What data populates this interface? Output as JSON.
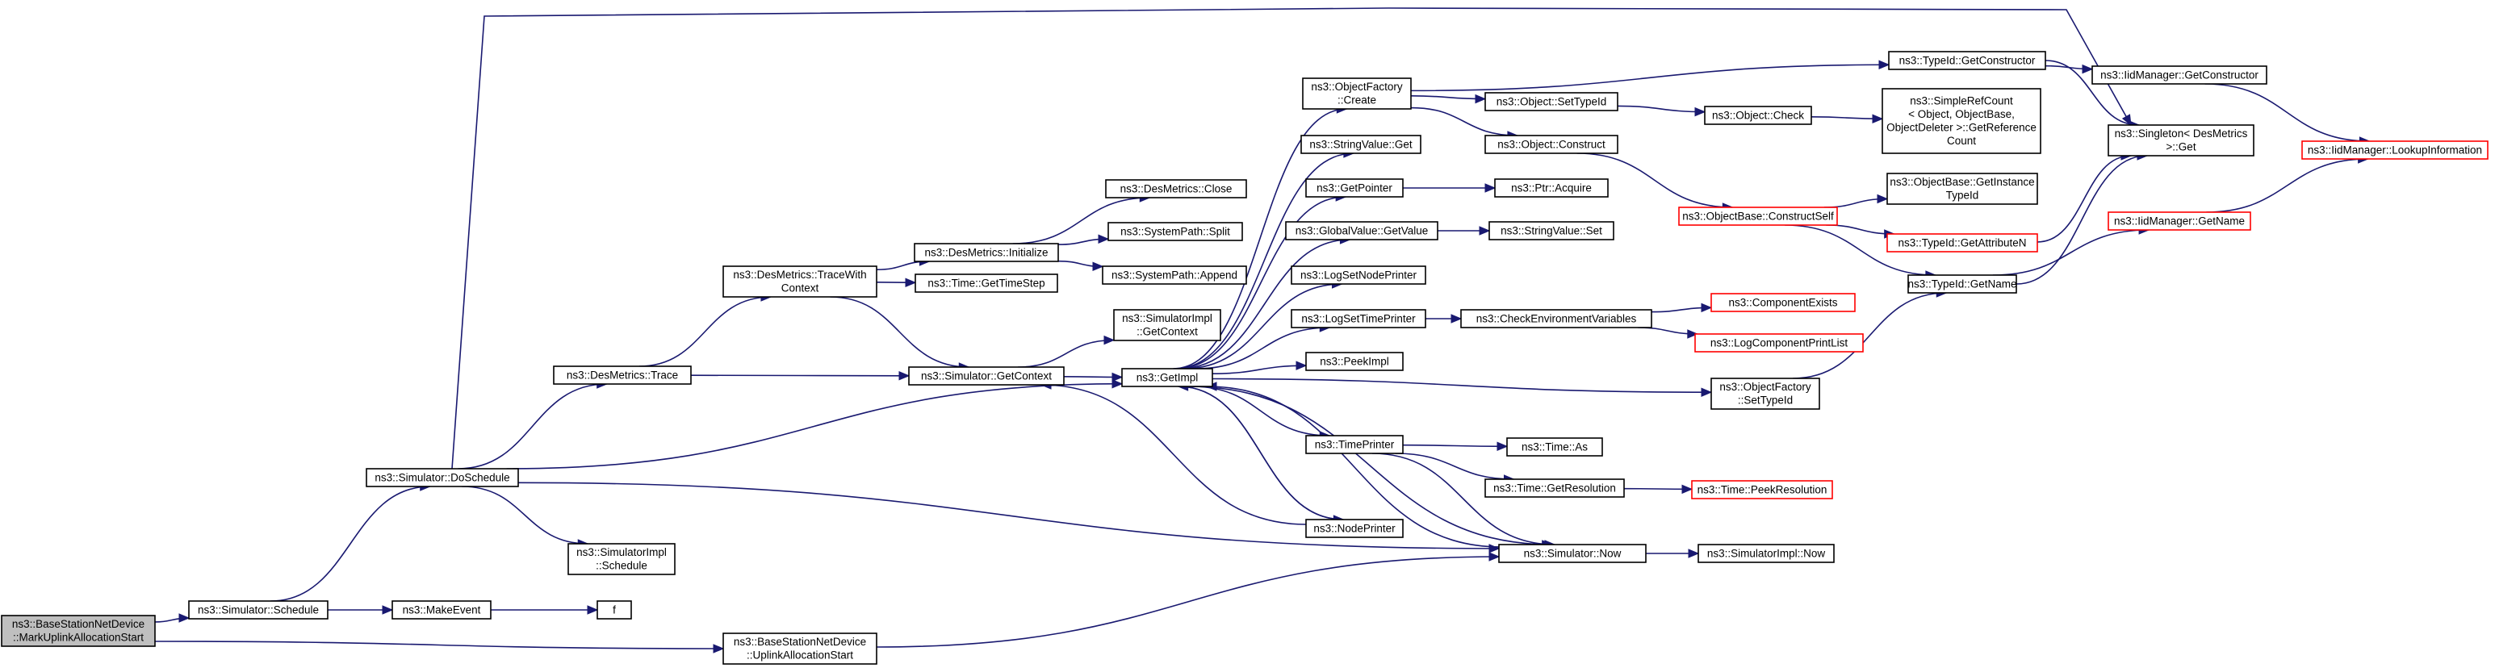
{
  "nodes": [
    {
      "id": "root",
      "lines": [
        "ns3::BaseStationNetDevice",
        "::MarkUplinkAllocationStart"
      ],
      "style": "root"
    },
    {
      "id": "sim_schedule",
      "lines": [
        "ns3::Simulator::Schedule"
      ]
    },
    {
      "id": "uplink_alloc",
      "lines": [
        "ns3::BaseStationNetDevice",
        "::UplinkAllocationStart"
      ]
    },
    {
      "id": "do_schedule",
      "lines": [
        "ns3::Simulator::DoSchedule"
      ]
    },
    {
      "id": "make_event",
      "lines": [
        "ns3::MakeEvent"
      ]
    },
    {
      "id": "f",
      "lines": [
        "f"
      ]
    },
    {
      "id": "des_trace",
      "lines": [
        "ns3::DesMetrics::Trace"
      ]
    },
    {
      "id": "simimpl_schedule",
      "lines": [
        "ns3::SimulatorImpl",
        "::Schedule"
      ]
    },
    {
      "id": "trace_with_context",
      "lines": [
        "ns3::DesMetrics::TraceWith",
        "Context"
      ]
    },
    {
      "id": "sim_getcontext",
      "lines": [
        "ns3::Simulator::GetContext"
      ]
    },
    {
      "id": "des_initialize",
      "lines": [
        "ns3::DesMetrics::Initialize"
      ]
    },
    {
      "id": "time_getts",
      "lines": [
        "ns3::Time::GetTimeStep"
      ]
    },
    {
      "id": "simimpl_getcontext",
      "lines": [
        "ns3::SimulatorImpl",
        "::GetContext"
      ]
    },
    {
      "id": "getimpl",
      "lines": [
        "ns3::GetImpl"
      ]
    },
    {
      "id": "des_close",
      "lines": [
        "ns3::DesMetrics::Close"
      ]
    },
    {
      "id": "syspath_split",
      "lines": [
        "ns3::SystemPath::Split"
      ]
    },
    {
      "id": "syspath_append",
      "lines": [
        "ns3::SystemPath::Append"
      ]
    },
    {
      "id": "objfactory_create",
      "lines": [
        "ns3::ObjectFactory",
        "::Create"
      ]
    },
    {
      "id": "stringvalue_get",
      "lines": [
        "ns3::StringValue::Get"
      ]
    },
    {
      "id": "getpointer",
      "lines": [
        "ns3::GetPointer"
      ]
    },
    {
      "id": "globalvalue_getvalue",
      "lines": [
        "ns3::GlobalValue::GetValue"
      ]
    },
    {
      "id": "log_setnodeprinter",
      "lines": [
        "ns3::LogSetNodePrinter"
      ]
    },
    {
      "id": "log_settimeprinter",
      "lines": [
        "ns3::LogSetTimePrinter"
      ]
    },
    {
      "id": "peekimpl",
      "lines": [
        "ns3::PeekImpl"
      ]
    },
    {
      "id": "timeprinter",
      "lines": [
        "ns3::TimePrinter"
      ]
    },
    {
      "id": "nodeprinter",
      "lines": [
        "ns3::NodePrinter"
      ]
    },
    {
      "id": "sim_now",
      "lines": [
        "ns3::Simulator::Now"
      ]
    },
    {
      "id": "object_settypeid",
      "lines": [
        "ns3::Object::SetTypeId"
      ]
    },
    {
      "id": "object_construct",
      "lines": [
        "ns3::Object::Construct"
      ]
    },
    {
      "id": "ptr_acquire",
      "lines": [
        "ns3::Ptr::Acquire"
      ]
    },
    {
      "id": "stringvalue_set",
      "lines": [
        "ns3::StringValue::Set"
      ]
    },
    {
      "id": "check_env",
      "lines": [
        "ns3::CheckEnvironmentVariables"
      ]
    },
    {
      "id": "objfactory_settypeid",
      "lines": [
        "ns3::ObjectFactory",
        "::SetTypeId"
      ]
    },
    {
      "id": "time_as",
      "lines": [
        "ns3::Time::As"
      ]
    },
    {
      "id": "time_getres",
      "lines": [
        "ns3::Time::GetResolution"
      ]
    },
    {
      "id": "simimpl_now",
      "lines": [
        "ns3::SimulatorImpl::Now"
      ]
    },
    {
      "id": "typeid_getconstructor",
      "lines": [
        "ns3::TypeId::GetConstructor"
      ]
    },
    {
      "id": "object_check",
      "lines": [
        "ns3::Object::Check"
      ]
    },
    {
      "id": "objbase_constructself",
      "lines": [
        "ns3::ObjectBase::ConstructSelf"
      ],
      "style": "red"
    },
    {
      "id": "component_exists",
      "lines": [
        "ns3::ComponentExists"
      ],
      "style": "red"
    },
    {
      "id": "logcomp_printlist",
      "lines": [
        "ns3::LogComponentPrintList"
      ],
      "style": "red"
    },
    {
      "id": "time_peekres",
      "lines": [
        "ns3::Time::PeekResolution"
      ],
      "style": "red"
    },
    {
      "id": "simplerefcount",
      "lines": [
        "ns3::SimpleRefCount",
        "< Object, ObjectBase,",
        "ObjectDeleter >::GetReference",
        "Count"
      ]
    },
    {
      "id": "objbase_getinstancetypeid",
      "lines": [
        "ns3::ObjectBase::GetInstance",
        "TypeId"
      ]
    },
    {
      "id": "typeid_getattributen",
      "lines": [
        "ns3::TypeId::GetAttributeN"
      ],
      "style": "red"
    },
    {
      "id": "typeid_getname",
      "lines": [
        "ns3::TypeId::GetName"
      ]
    },
    {
      "id": "iidmgr_getconstructor",
      "lines": [
        "ns3::IidManager::GetConstructor"
      ]
    },
    {
      "id": "singleton_get",
      "lines": [
        "ns3::Singleton< DesMetrics",
        " >::Get"
      ]
    },
    {
      "id": "iidmgr_getname",
      "lines": [
        "ns3::IidManager::GetName"
      ],
      "style": "red"
    },
    {
      "id": "iidmgr_lookupinfo",
      "lines": [
        "ns3::IidManager::LookupInformation"
      ],
      "style": "red"
    }
  ],
  "edges": [
    [
      "root",
      "sim_schedule"
    ],
    [
      "root",
      "uplink_alloc"
    ],
    [
      "sim_schedule",
      "do_schedule"
    ],
    [
      "sim_schedule",
      "make_event"
    ],
    [
      "make_event",
      "f"
    ],
    [
      "uplink_alloc",
      "sim_now"
    ],
    [
      "do_schedule",
      "des_trace"
    ],
    [
      "do_schedule",
      "simimpl_schedule"
    ],
    [
      "do_schedule",
      "getimpl"
    ],
    [
      "do_schedule",
      "sim_now"
    ],
    [
      "do_schedule",
      "singleton_get"
    ],
    [
      "des_trace",
      "trace_with_context"
    ],
    [
      "des_trace",
      "sim_getcontext"
    ],
    [
      "trace_with_context",
      "des_initialize"
    ],
    [
      "trace_with_context",
      "time_getts"
    ],
    [
      "trace_with_context",
      "sim_getcontext"
    ],
    [
      "des_initialize",
      "des_close"
    ],
    [
      "des_initialize",
      "syspath_split"
    ],
    [
      "des_initialize",
      "syspath_append"
    ],
    [
      "sim_getcontext",
      "simimpl_getcontext"
    ],
    [
      "sim_getcontext",
      "getimpl"
    ],
    [
      "getimpl",
      "objfactory_create"
    ],
    [
      "getimpl",
      "stringvalue_get"
    ],
    [
      "getimpl",
      "getpointer"
    ],
    [
      "getimpl",
      "globalvalue_getvalue"
    ],
    [
      "getimpl",
      "log_setnodeprinter"
    ],
    [
      "getimpl",
      "log_settimeprinter"
    ],
    [
      "getimpl",
      "peekimpl"
    ],
    [
      "getimpl",
      "timeprinter"
    ],
    [
      "getimpl",
      "nodeprinter"
    ],
    [
      "getimpl",
      "sim_now"
    ],
    [
      "getimpl",
      "objfactory_settypeid"
    ],
    [
      "nodeprinter",
      "sim_getcontext"
    ],
    [
      "nodeprinter",
      "getimpl"
    ],
    [
      "timeprinter",
      "time_as"
    ],
    [
      "timeprinter",
      "time_getres"
    ],
    [
      "timeprinter",
      "sim_now"
    ],
    [
      "sim_now",
      "getimpl"
    ],
    [
      "sim_now",
      "simimpl_now"
    ],
    [
      "objfactory_create",
      "typeid_getconstructor"
    ],
    [
      "objfactory_create",
      "object_settypeid"
    ],
    [
      "objfactory_create",
      "object_construct"
    ],
    [
      "object_settypeid",
      "object_check"
    ],
    [
      "object_check",
      "simplerefcount"
    ],
    [
      "object_construct",
      "objbase_constructself"
    ],
    [
      "getpointer",
      "ptr_acquire"
    ],
    [
      "globalvalue_getvalue",
      "stringvalue_set"
    ],
    [
      "log_settimeprinter",
      "check_env"
    ],
    [
      "check_env",
      "component_exists"
    ],
    [
      "check_env",
      "logcomp_printlist"
    ],
    [
      "time_getres",
      "time_peekres"
    ],
    [
      "objbase_constructself",
      "objbase_getinstancetypeid"
    ],
    [
      "objbase_constructself",
      "typeid_getattributen"
    ],
    [
      "objbase_constructself",
      "typeid_getname"
    ],
    [
      "typeid_getattributen",
      "singleton_get"
    ],
    [
      "typeid_getname",
      "singleton_get"
    ],
    [
      "typeid_getname",
      "iidmgr_getname"
    ],
    [
      "objfactory_settypeid",
      "typeid_getname"
    ],
    [
      "typeid_getconstructor",
      "iidmgr_getconstructor"
    ],
    [
      "typeid_getconstructor",
      "singleton_get"
    ],
    [
      "iidmgr_getconstructor",
      "iidmgr_lookupinfo"
    ],
    [
      "iidmgr_getname",
      "iidmgr_lookupinfo"
    ]
  ]
}
